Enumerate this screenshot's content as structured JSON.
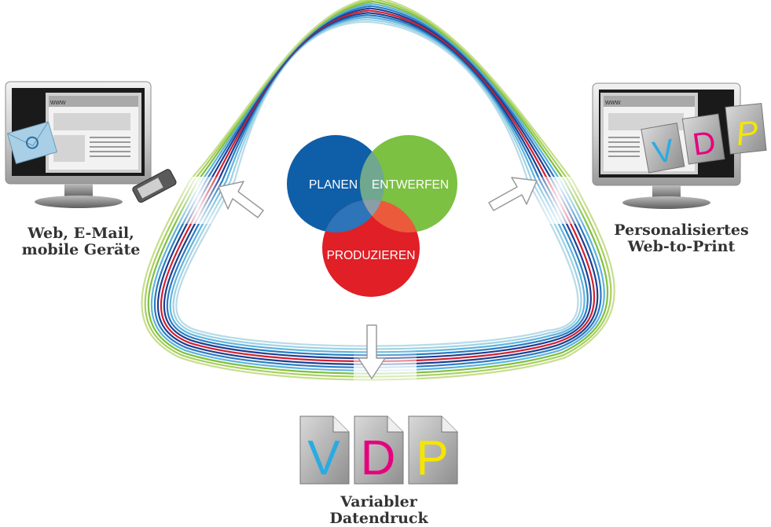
{
  "venn": {
    "circles": [
      {
        "label": "PLANEN",
        "color": "#0f5ea8"
      },
      {
        "label": "ENTWERFEN",
        "color": "#7cc142"
      },
      {
        "label": "PRODUZIEREN",
        "color": "#e01f26"
      }
    ],
    "overlap_colors": {
      "planen_entwerfen": "#6fa88f",
      "planen_produzieren": "#2d74b8",
      "entwerfen_produzieren": "#ec5a3c",
      "center": "#8a9ea8"
    }
  },
  "ribbon_colors": [
    "#b8dbe8",
    "#9fd1e4",
    "#5fb4dc",
    "#2a7bc2",
    "#1d3f8f",
    "#d21f2f",
    "#1d3f8f",
    "#2a7bc2",
    "#5fb4dc",
    "#7fbf3e",
    "#a8cf5e",
    "#c6df8e"
  ],
  "nodes": {
    "left": {
      "line1": "Web, E-Mail,",
      "line2": "mobile Geräte",
      "icon": "monitor-with-email-and-phone"
    },
    "right": {
      "line1": "Personalisiertes",
      "line2": "Web-to-Print",
      "icon": "monitor-with-vdp-cards",
      "url": "www",
      "cards": [
        "V",
        "D",
        "P"
      ]
    },
    "bottom": {
      "line1": "Variabler",
      "line2": "Datendruck",
      "icon": "vdp-documents",
      "cards": [
        "V",
        "D",
        "P"
      ]
    }
  },
  "left_monitor_url": "www",
  "letter_colors": {
    "V": "#29abe2",
    "D": "#e6007e",
    "P": "#f5e600"
  }
}
